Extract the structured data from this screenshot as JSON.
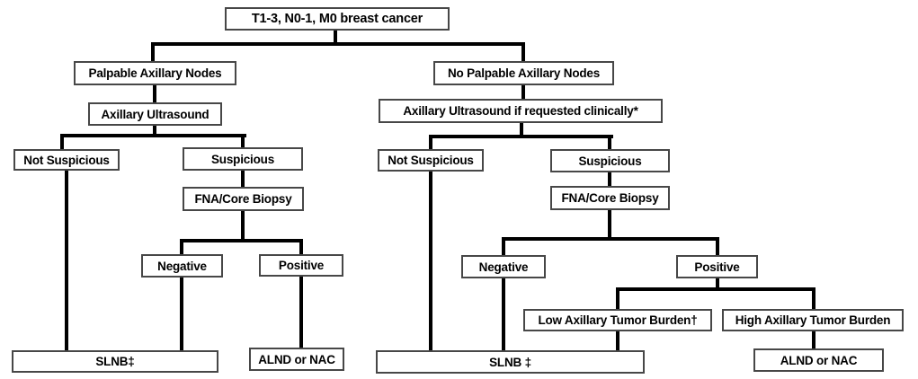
{
  "diagram": {
    "type": "flowchart",
    "title": "Axillary management decision tree for T1-3, N0-1, M0 breast cancer",
    "nodes": {
      "root": {
        "label": "T1-3, N0-1, M0 breast cancer"
      },
      "palpable": {
        "label": "Palpable Axillary Nodes"
      },
      "no_palpable": {
        "label": "No Palpable Axillary Nodes"
      },
      "left_ultrasound": {
        "label": "Axillary Ultrasound"
      },
      "right_ultrasound": {
        "label": "Axillary Ultrasound if requested clinically*"
      },
      "left_not_suspicious": {
        "label": "Not Suspicious"
      },
      "left_suspicious": {
        "label": "Suspicious"
      },
      "left_fna": {
        "label": "FNA/Core Biopsy"
      },
      "right_not_suspicious": {
        "label": "Not Suspicious"
      },
      "right_suspicious": {
        "label": "Suspicious"
      },
      "right_fna": {
        "label": "FNA/Core Biopsy"
      },
      "left_negative": {
        "label": "Negative"
      },
      "left_positive": {
        "label": "Positive"
      },
      "right_negative": {
        "label": "Negative"
      },
      "right_positive": {
        "label": "Positive"
      },
      "low_burden": {
        "label": "Low Axillary Tumor Burden†"
      },
      "high_burden": {
        "label": "High Axillary Tumor Burden"
      },
      "left_slnb": {
        "label": "SLNB‡"
      },
      "left_alnd": {
        "label": "ALND or NAC"
      },
      "right_slnb": {
        "label": "SLNB ‡"
      },
      "right_alnd": {
        "label": "ALND or NAC"
      }
    },
    "edges": [
      [
        "root",
        "palpable"
      ],
      [
        "root",
        "no_palpable"
      ],
      [
        "palpable",
        "left_ultrasound"
      ],
      [
        "left_ultrasound",
        "left_not_suspicious"
      ],
      [
        "left_ultrasound",
        "left_suspicious"
      ],
      [
        "left_suspicious",
        "left_fna"
      ],
      [
        "left_fna",
        "left_negative"
      ],
      [
        "left_fna",
        "left_positive"
      ],
      [
        "left_not_suspicious",
        "left_slnb"
      ],
      [
        "left_negative",
        "left_slnb"
      ],
      [
        "left_positive",
        "left_alnd"
      ],
      [
        "no_palpable",
        "right_ultrasound"
      ],
      [
        "right_ultrasound",
        "right_not_suspicious"
      ],
      [
        "right_ultrasound",
        "right_suspicious"
      ],
      [
        "right_suspicious",
        "right_fna"
      ],
      [
        "right_fna",
        "right_negative"
      ],
      [
        "right_fna",
        "right_positive"
      ],
      [
        "right_positive",
        "low_burden"
      ],
      [
        "right_positive",
        "high_burden"
      ],
      [
        "right_not_suspicious",
        "right_slnb"
      ],
      [
        "right_negative",
        "right_slnb"
      ],
      [
        "low_burden",
        "right_slnb"
      ],
      [
        "high_burden",
        "right_alnd"
      ]
    ],
    "colors": {
      "background": "#ffffff",
      "box_border": "#474747",
      "line": "#000000",
      "text": "#000000"
    }
  }
}
